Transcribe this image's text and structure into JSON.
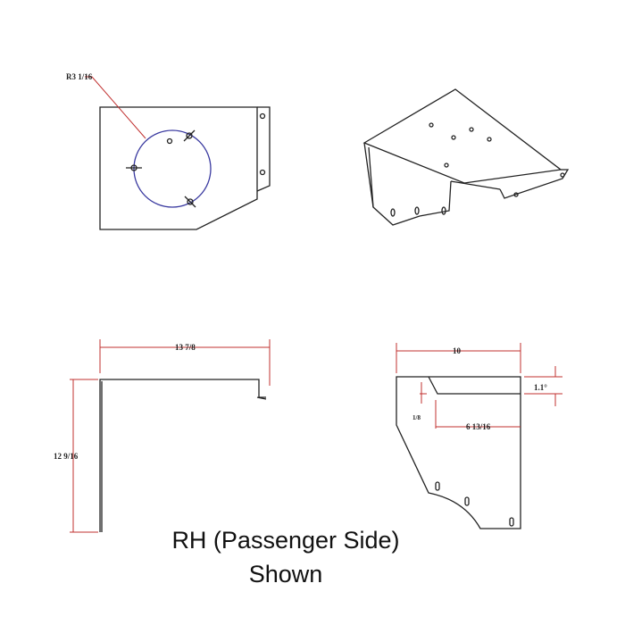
{
  "dimensions": {
    "front_radius": "R3 1/16",
    "top_width": "13 7/8",
    "height": "12 9/16",
    "side_width": "10",
    "side_angle": "1.1°",
    "side_length": "6 13/16",
    "side_offset": "1/8"
  },
  "caption": {
    "line1": "RH (Passenger Side)",
    "line2": "Shown"
  },
  "colors": {
    "dimension": "#c0302f",
    "circle": "#3a3aa0",
    "outline": "#222222"
  }
}
